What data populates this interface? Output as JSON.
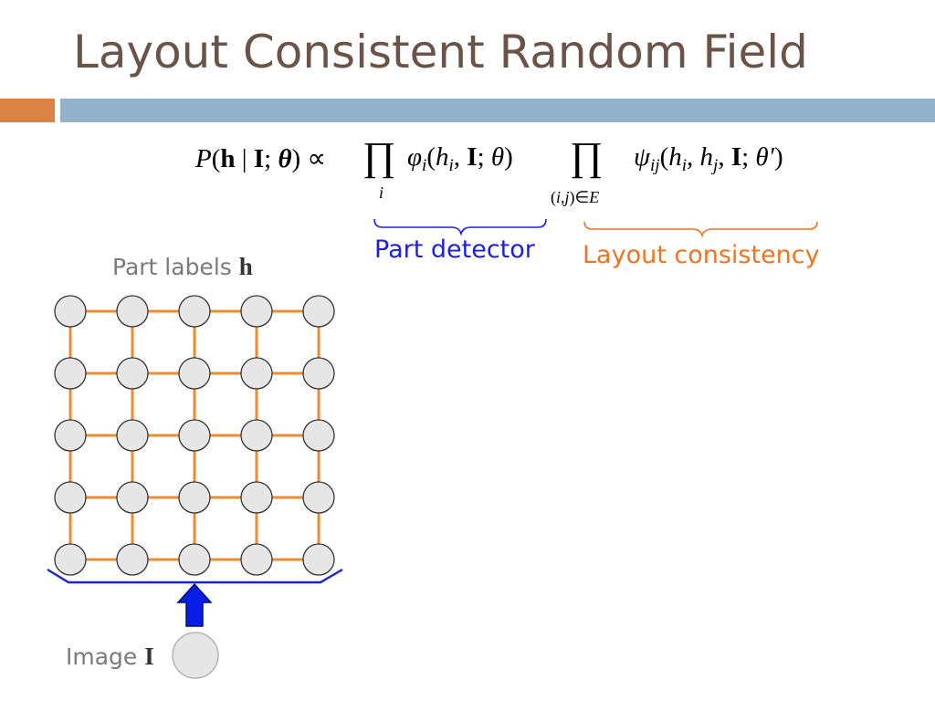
{
  "slide": {
    "title": "Layout Consistent Random Field"
  },
  "equation": {
    "text": "P(h | I; θ) ∝ ∏_i φ_i(h_i, I; θ) ∏_(i,j)∈E ψ_ij(h_i, h_j, I; θ′)"
  },
  "labels": {
    "part_detector": "Part detector",
    "layout_consistency": "Layout consistency",
    "part_labels_text": "Part labels",
    "part_labels_symbol": "h",
    "image_text": "Image",
    "image_symbol": "I"
  },
  "grid": {
    "rows": 5,
    "cols": 5,
    "node_fill": "#e6e6e6",
    "node_stroke": "#333333",
    "edge_color": "#ef8a2e"
  },
  "colors": {
    "title": "#6b5447",
    "accent_orange": "#db8244",
    "accent_blue": "#93b3cd",
    "detector_blue": "#1c22d8",
    "layout_orange": "#ef7420",
    "arrow_blue": "#0a1de6"
  }
}
